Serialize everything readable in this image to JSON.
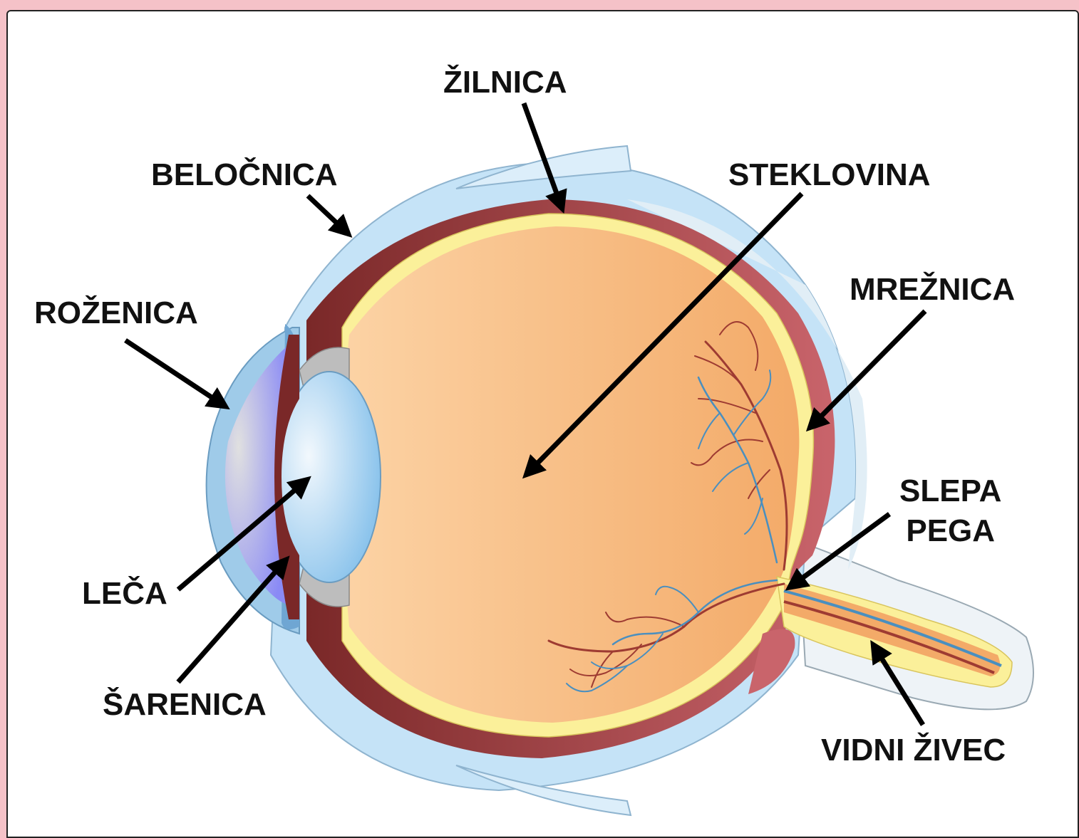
{
  "labels": {
    "zilnica": "ŽILNICA",
    "belocnica": "BELOČNICA",
    "steklovina": "STEKLOVINA",
    "mreznica": "MREŽNICA",
    "rozenica": "ROŽENICA",
    "slepa_pega_line1": "SLEPA",
    "slepa_pega_line2": "PEGA",
    "leca": "LEČA",
    "sarenica": "ŠARENICA",
    "vidni_zivec": "VIDNI ŽIVEC"
  },
  "colors": {
    "background": "#f5c2c8",
    "sclera": "#c5e3f7",
    "choroid": "#7d2b2b",
    "retina": "#fbf09a",
    "vitreous": "#f7c08c",
    "lens": "#a9d4f2",
    "cornea": "#7db6dd",
    "vessel_artery": "#9e3b32",
    "vessel_vein": "#4a8fbf",
    "arrow": "#000000"
  },
  "icons": {
    "arrow": "arrow-icon"
  }
}
